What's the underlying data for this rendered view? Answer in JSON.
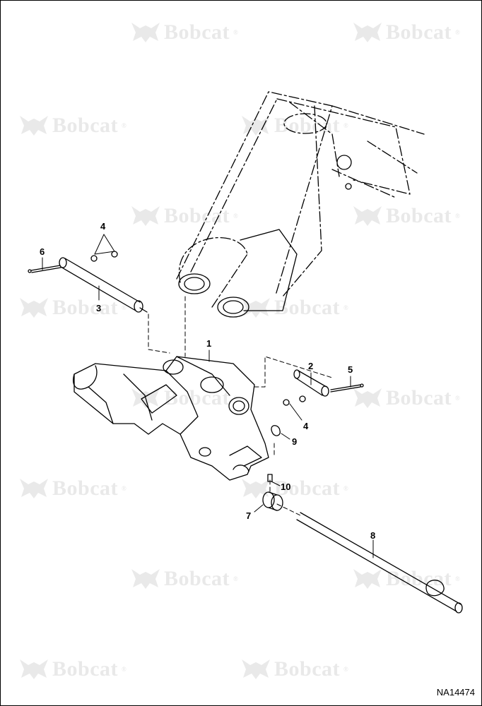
{
  "watermark": {
    "text": "Bobcat",
    "mark": "®",
    "icon": "bobcat-head-logo-icon",
    "color": "#e9e9e9"
  },
  "callouts": {
    "c1": "1",
    "c2": "2",
    "c3": "3",
    "c4a": "4",
    "c4b": "4",
    "c5": "5",
    "c6": "6",
    "c7": "7",
    "c8": "8",
    "c9": "9",
    "c10": "10"
  },
  "drawing_number": "NA14474",
  "colors": {
    "line": "#000000",
    "background": "#ffffff",
    "watermark": "#e9e9e9"
  }
}
